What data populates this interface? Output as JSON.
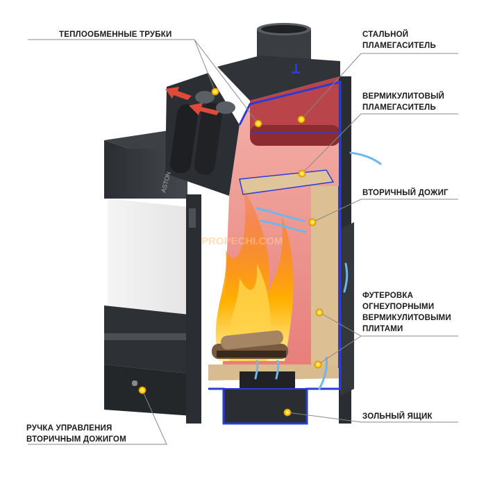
{
  "diagram": {
    "watermark": "PROPECHI.COM",
    "brand_mark": "ASTON",
    "labels": {
      "heat_tubes": "ТЕПЛООБМЕННЫЕ ТРУБКИ",
      "steel_deflector": "СТАЛЬНОЙ\nПЛАМЕГАСИТЕЛЬ",
      "vermiculite_deflector": "ВЕРМИКУЛИТОВЫЙ\nПЛАМЕГАСИТЕЛЬ",
      "secondary_burn": "ВТОРИЧНЫЙ ДОЖИГ",
      "lining": "ФУТЕРОВКА\nОГНЕУПОРНЫМИ\nВЕРМИКУЛИТОВЫМИ\nПЛИТАМИ",
      "ash_box": "ЗОЛЬНЫЙ ЯЩИК",
      "control_handle": "РУЧКА УПРАВЛЕНИЯ\nВТОРИЧНЫМ ДОЖИГОМ"
    },
    "colors": {
      "steel": "#2f3236",
      "steel_light": "#4a4e53",
      "chamber": "#e88a86",
      "lining": "#d9b98c",
      "outline": "#2a3bd6",
      "marker": "#ffd21a",
      "flame": "#ff8a00",
      "airflow": "#6fb6ea",
      "leader": "#888888"
    }
  }
}
